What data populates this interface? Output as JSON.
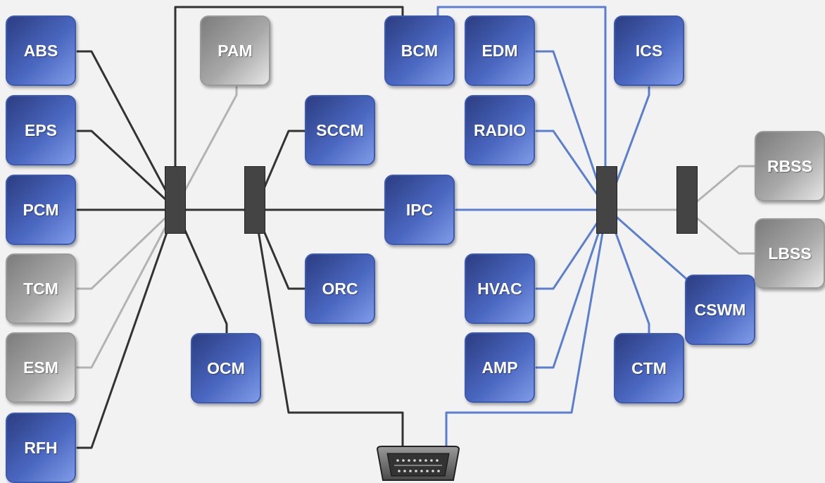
{
  "colors": {
    "background": "#f2f2f2",
    "bus": "#444444",
    "line_dark": "#333333",
    "line_gray": "#b3b3b3",
    "line_blue": "#5a7fd0",
    "node_blue": "#4a67c0",
    "node_gray": "#a8a8a8"
  },
  "nodes": {
    "abs": "ABS",
    "eps": "EPS",
    "pcm": "PCM",
    "tcm": "TCM",
    "esm": "ESM",
    "rfh": "RFH",
    "pam": "PAM",
    "ocm": "OCM",
    "sccm": "SCCM",
    "orc": "ORC",
    "bcm": "BCM",
    "ipc": "IPC",
    "edm": "EDM",
    "radio": "RADIO",
    "hvac": "HVAC",
    "amp": "AMP",
    "ics": "ICS",
    "ctm": "CTM",
    "cswm": "CSWM",
    "rbss": "RBSS",
    "lbss": "LBSS"
  },
  "connector_icon": "diagnostic-connector-icon"
}
